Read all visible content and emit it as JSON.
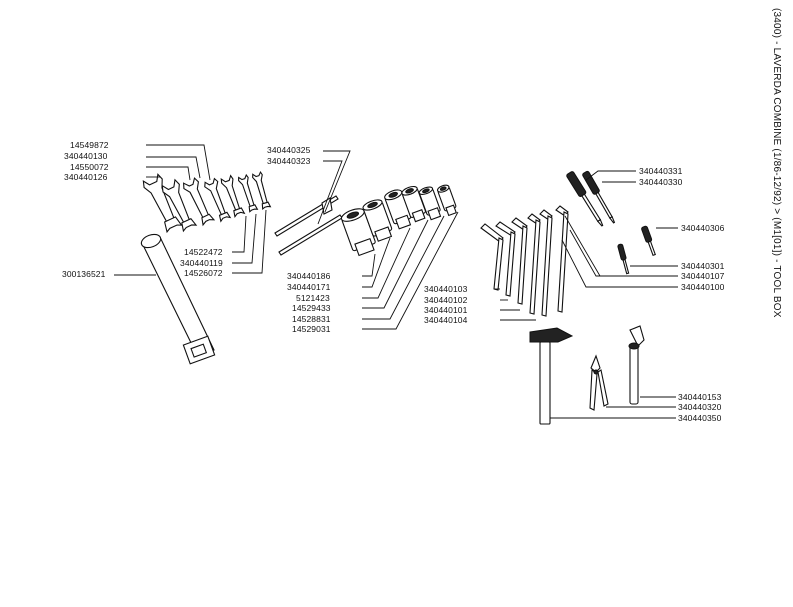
{
  "side_title": "(3400) - LAVERDA COMBINE (1/86-12/92) > (M1[01]) - TOOL BOX",
  "parts": {
    "open_end_wrenches": [
      "14549872",
      "340440130",
      "14550072",
      "340440126"
    ],
    "wrenches_lower": [
      "14522472",
      "340440119",
      "14526072"
    ],
    "tommy_bars": [
      "340440325",
      "340440323"
    ],
    "socket_wrench": "300136521",
    "sockets": [
      "340440186",
      "340440171",
      "5121423",
      "14529433",
      "14528831",
      "14529031"
    ],
    "hex_keys": [
      "340440103",
      "340440102",
      "340440101",
      "340440104"
    ],
    "screwdrivers": [
      "340440331",
      "340440330",
      "340440306",
      "340440301",
      "340440107",
      "340440100"
    ],
    "hand_tools": [
      "340440153",
      "340440320",
      "340440350"
    ]
  }
}
